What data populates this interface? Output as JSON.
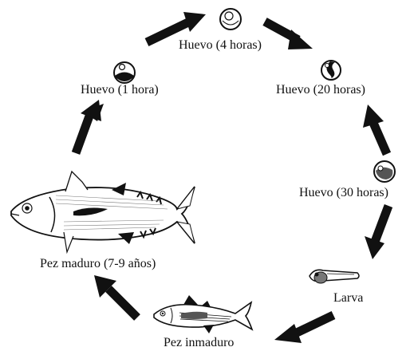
{
  "stages": {
    "egg_4h": "Huevo (4 horas)",
    "egg_1h": "Huevo (1 hora)",
    "egg_20h": "Huevo (20 horas)",
    "egg_30h": "Huevo (30 horas)",
    "larva": "Larva",
    "juvenile": "Pez inmaduro",
    "adult": "Pez maduro (7-9 años)"
  },
  "icons": {
    "egg_4h": "egg-4h-icon",
    "egg_1h": "egg-1h-icon",
    "egg_20h": "egg-20h-icon",
    "egg_30h": "egg-30h-icon",
    "larva": "larva-icon",
    "juvenile": "juvenile-tuna-icon",
    "adult": "adult-tuna-icon",
    "arrow": "arrow-icon"
  },
  "colors": {
    "ink": "#111111",
    "background": "#ffffff"
  }
}
